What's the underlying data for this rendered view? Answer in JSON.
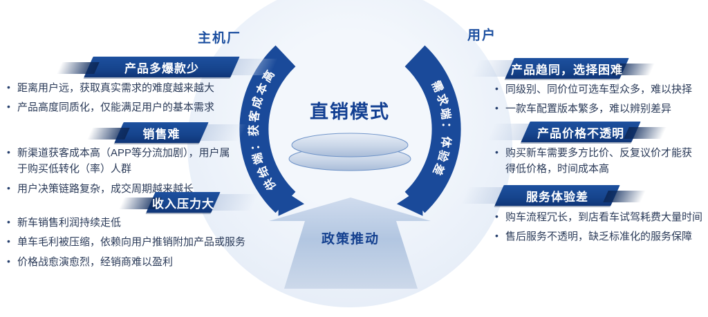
{
  "labels": {
    "left_top": "主机厂",
    "right_top": "用户"
  },
  "center": {
    "title": "直销模式",
    "left_arc": "供给端：获客成本高",
    "right_arc": "需求端：体验差",
    "arrow": "政策推动"
  },
  "left_sections": [
    {
      "title": "产品多爆款少",
      "bullets": [
        "距离用户远，获取真实需求的难度越来越大",
        "产品高度同质化，仅能满足用户的基本需求"
      ]
    },
    {
      "title": "销售难",
      "bullets": [
        "新渠道获客成本高（APP等分流加剧），用户属于购买低转化（率）人群",
        "用户决策链路复杂，成交周期越来越长"
      ]
    },
    {
      "title": "收入压力大",
      "bullets": [
        "新车销售利润持续走低",
        "单车毛利被压缩，依赖向用户推销附加产品或服务",
        "价格战愈演愈烈，经销商难以盈利"
      ]
    }
  ],
  "right_sections": [
    {
      "title": "产品趋同，选择困难",
      "bullets": [
        "同级别、同价位可选车型众多，难以抉择",
        "一款车配置版本繁多，难以辨别差异"
      ]
    },
    {
      "title": "产品价格不透明",
      "bullets": [
        "购买新车需要多方比价、反复议价才能获得低价格，时间成本高"
      ]
    },
    {
      "title": "服务体验差",
      "bullets": [
        "购车流程冗长，到店看车试驾耗费大量时间",
        "售后服务不透明，缺乏标准化的服务保障"
      ]
    }
  ],
  "colors": {
    "banner_blue": "#17478f",
    "arc_blue": "#1a4a9a",
    "navy_text": "#123f92",
    "bullet_text": "#2a3a58",
    "arrow_mid": "#b2c6e1",
    "circle_fill": "#e9eff8"
  }
}
